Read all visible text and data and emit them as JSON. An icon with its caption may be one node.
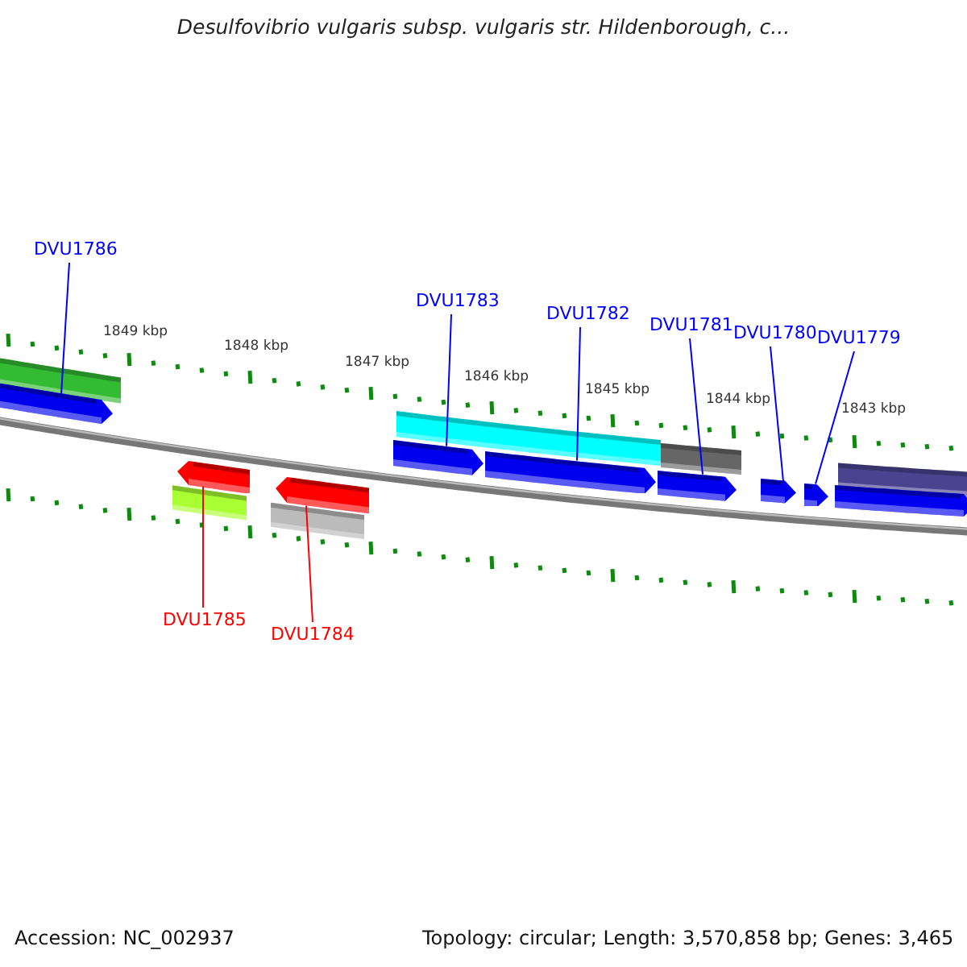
{
  "diagram": {
    "title": "Desulfovibrio vulgaris subsp. vulgaris str. Hildenborough, c...",
    "nodes": [
      {
        "text": [
          "DVU1786"
        ]
      },
      {
        "text": [
          "DVU1783"
        ]
      },
      {
        "text": [
          "DVU1782"
        ]
      },
      {
        "text": [
          "DVU1781"
        ]
      },
      {
        "text": [
          "DVU1780"
        ]
      },
      {
        "text": [
          "DVU1779"
        ]
      },
      {
        "text": [
          "DVU1785"
        ]
      },
      {
        "text": [
          "DVU1784"
        ]
      },
      {
        "text": [],
        "shape": "bar"
      },
      {
        "text": [],
        "shape": "bar"
      },
      {
        "text": [],
        "shape": "bar"
      },
      {
        "text": [],
        "shape": "bar"
      },
      {
        "text": [],
        "shape": "bar"
      },
      {
        "text": [],
        "shape": "bar"
      },
      {
        "text": [],
        "shape": "bar"
      },
      {
        "text": [],
        "shape": "bar"
      },
      {
        "text": [],
        "shape": "bar"
      }
    ],
    "edges": [
      {
        "from": 0,
        "to": 8,
        "arrow": "none"
      },
      {
        "from": 1,
        "to": 9,
        "arrow": "none"
      },
      {
        "from": 2,
        "to": 10,
        "arrow": "none"
      },
      {
        "from": 3,
        "to": 11,
        "arrow": "none"
      },
      {
        "from": 4,
        "to": 12,
        "arrow": "none"
      },
      {
        "from": 5,
        "to": 13,
        "arrow": "none"
      },
      {
        "from": 6,
        "to": 15,
        "arrow": "none",
        "color": "#ff0000"
      },
      {
        "from": 7,
        "to": 16,
        "arrow": "none",
        "color": "#ff0000"
      }
    ],
    "labels": [
      "1849 kbp",
      "1848 kbp",
      "1847 kbp",
      "1846 kbp",
      "1845 kbp",
      "1844 kbp",
      "1843 kbp",
      "Accession: NC_002937",
      "Topology: circular; Length: 3,570,858 bp; Genes: 3,465"
    ]
  }
}
